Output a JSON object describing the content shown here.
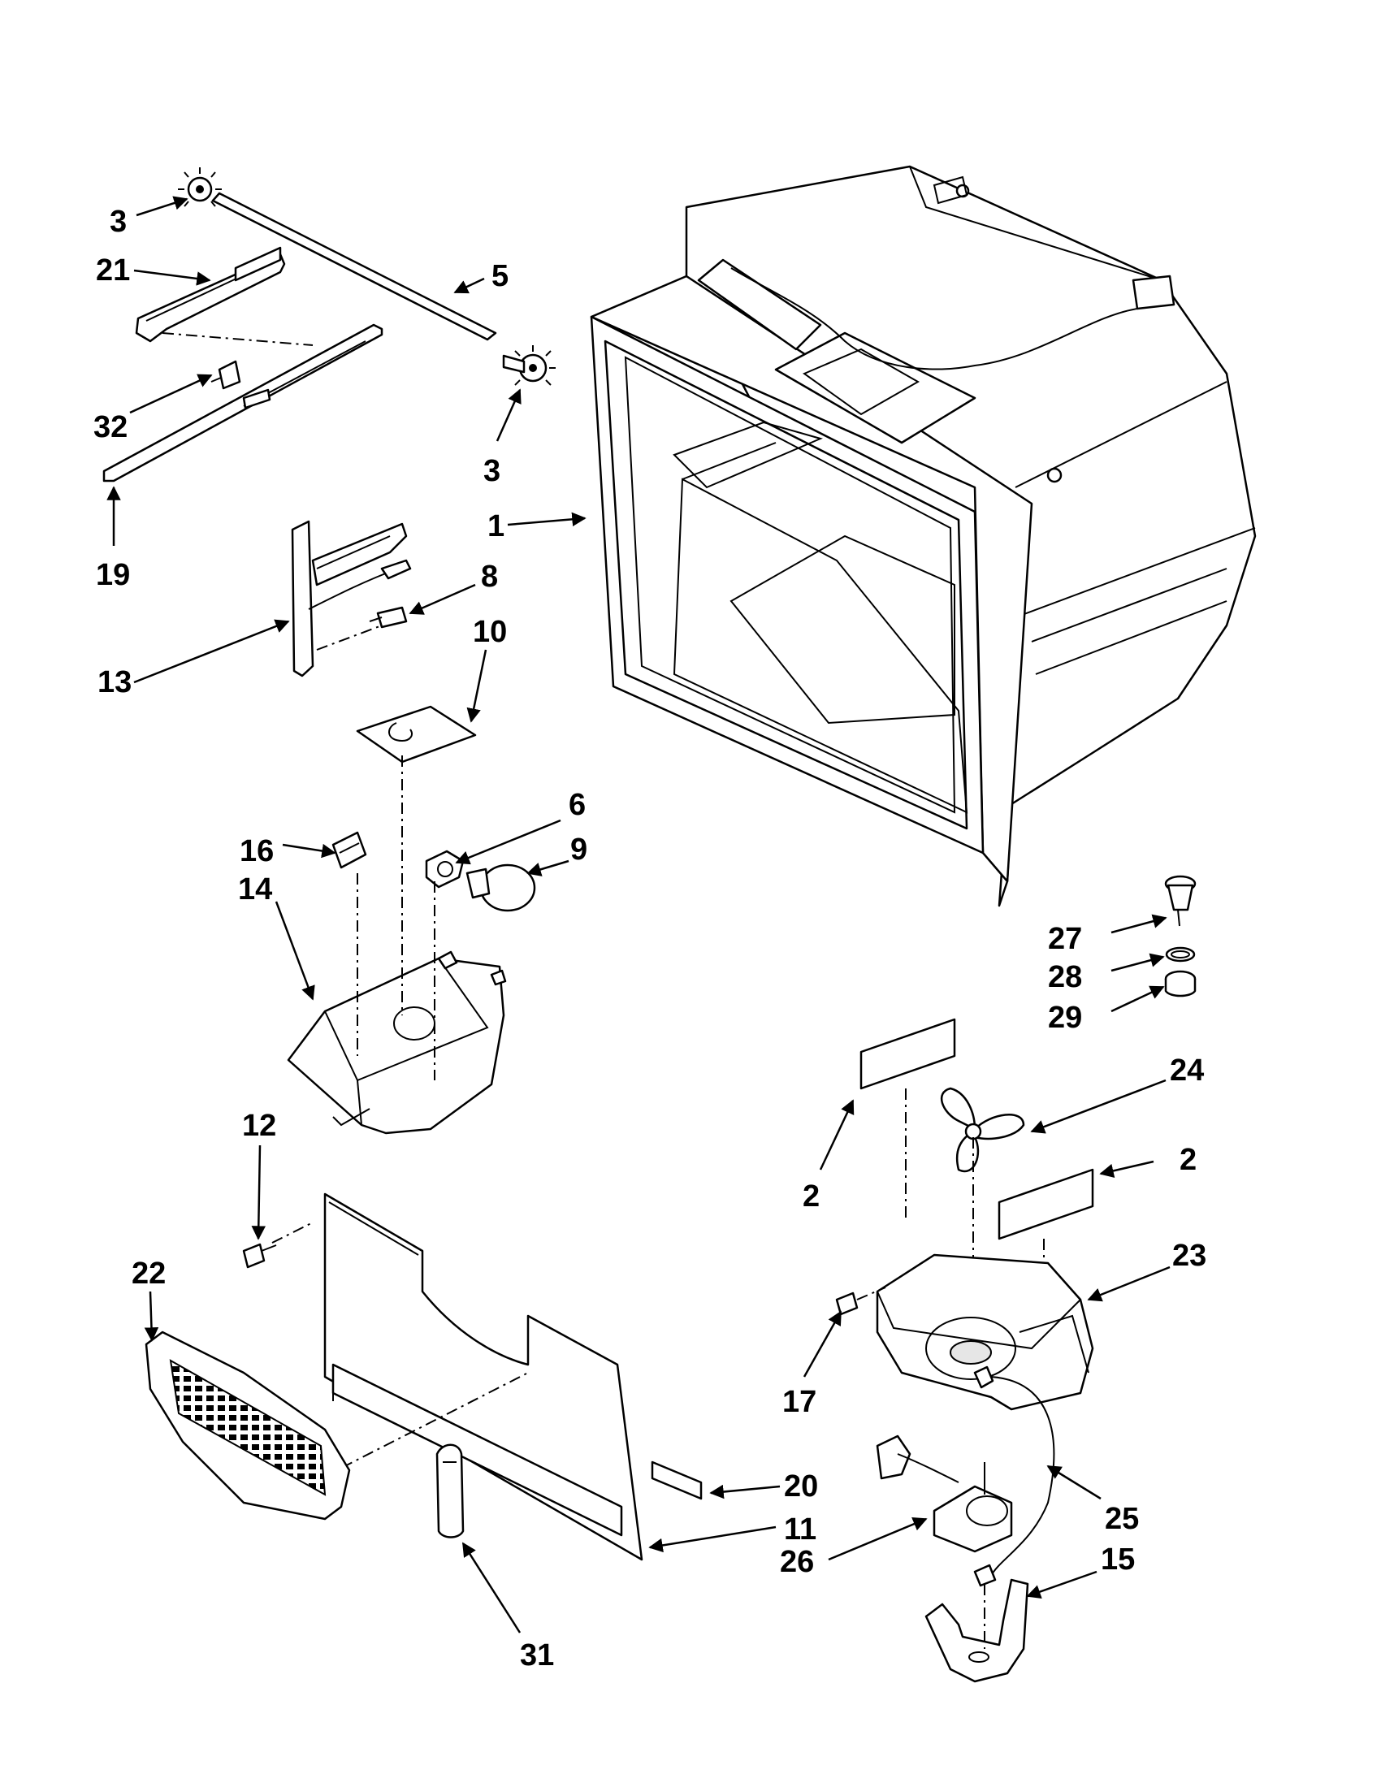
{
  "diagram": {
    "callouts": [
      {
        "id": "c3a",
        "text": "3"
      },
      {
        "id": "c21",
        "text": "21"
      },
      {
        "id": "c5",
        "text": "5"
      },
      {
        "id": "c32",
        "text": "32"
      },
      {
        "id": "c3b",
        "text": "3"
      },
      {
        "id": "c19",
        "text": "19"
      },
      {
        "id": "c1",
        "text": "1"
      },
      {
        "id": "c8",
        "text": "8"
      },
      {
        "id": "c13",
        "text": "13"
      },
      {
        "id": "c10",
        "text": "10"
      },
      {
        "id": "c6",
        "text": "6"
      },
      {
        "id": "c9",
        "text": "9"
      },
      {
        "id": "c16",
        "text": "16"
      },
      {
        "id": "c14",
        "text": "14"
      },
      {
        "id": "c27",
        "text": "27"
      },
      {
        "id": "c28",
        "text": "28"
      },
      {
        "id": "c29",
        "text": "29"
      },
      {
        "id": "c24",
        "text": "24"
      },
      {
        "id": "c2a",
        "text": "2"
      },
      {
        "id": "c2b",
        "text": "2"
      },
      {
        "id": "c12",
        "text": "12"
      },
      {
        "id": "c23",
        "text": "23"
      },
      {
        "id": "c22",
        "text": "22"
      },
      {
        "id": "c17",
        "text": "17"
      },
      {
        "id": "c20",
        "text": "20"
      },
      {
        "id": "c25",
        "text": "25"
      },
      {
        "id": "c11",
        "text": "11"
      },
      {
        "id": "c26",
        "text": "26"
      },
      {
        "id": "c15",
        "text": "15"
      },
      {
        "id": "c31",
        "text": "31"
      }
    ]
  }
}
